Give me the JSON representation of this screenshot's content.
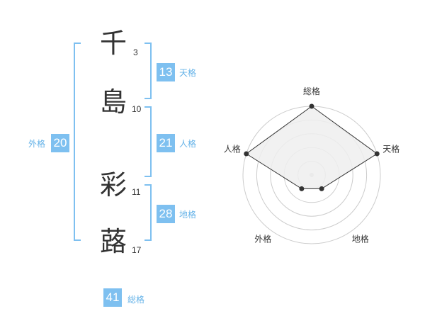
{
  "name": {
    "chars": [
      {
        "char": "千",
        "strokes": "3"
      },
      {
        "char": "島",
        "strokes": "10"
      },
      {
        "char": "彩",
        "strokes": "11"
      },
      {
        "char": "蕗",
        "strokes": "17"
      }
    ]
  },
  "fortune": {
    "tenkaku": {
      "value": "13",
      "label": "天格"
    },
    "jinkaku": {
      "value": "21",
      "label": "人格"
    },
    "chikaku": {
      "value": "28",
      "label": "地格"
    },
    "gaikaku": {
      "value": "20",
      "label": "外格"
    },
    "soukaku": {
      "value": "41",
      "label": "総格"
    }
  },
  "chart_data": {
    "type": "radar",
    "axes": [
      "総格",
      "天格",
      "地格",
      "外格",
      "人格"
    ],
    "values": [
      5,
      5,
      1,
      1,
      5
    ],
    "max": 5,
    "colors": {
      "fill": "#efefef",
      "line": "#333333",
      "grid": "#cccccc"
    }
  }
}
